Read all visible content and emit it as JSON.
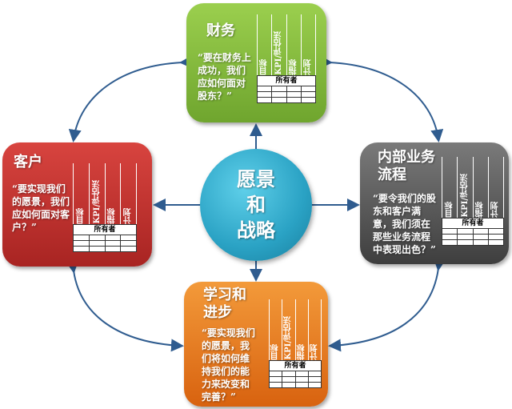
{
  "center": {
    "lines": [
      "愿景",
      "和",
      "战略"
    ],
    "color": "#2aa2c4"
  },
  "table": {
    "columns": [
      "目标",
      "KPI/评估法",
      "指标",
      "计划"
    ],
    "owner_label": "所有者"
  },
  "boxes": {
    "finance": {
      "title": "财务",
      "quote": "“要在财务上成功，我们应如何面对股东？”",
      "color": "#7fb539"
    },
    "customer": {
      "title": "客户",
      "quote": "“要实现我们的愿景，我们应如何面对客户？”",
      "color": "#c0302e"
    },
    "internal": {
      "title": "内部业务流程",
      "quote": "“要令我们的股东和客户满意，我们须在那些业务流程中表现出色？”",
      "color": "#555555"
    },
    "learning": {
      "title": "学习和进步",
      "quote": "“要实现我们的愿景，我们将如何维持我们的能力来改变和完善？”",
      "color": "#e8771c"
    }
  },
  "arrow_color": "#2f5c8f"
}
